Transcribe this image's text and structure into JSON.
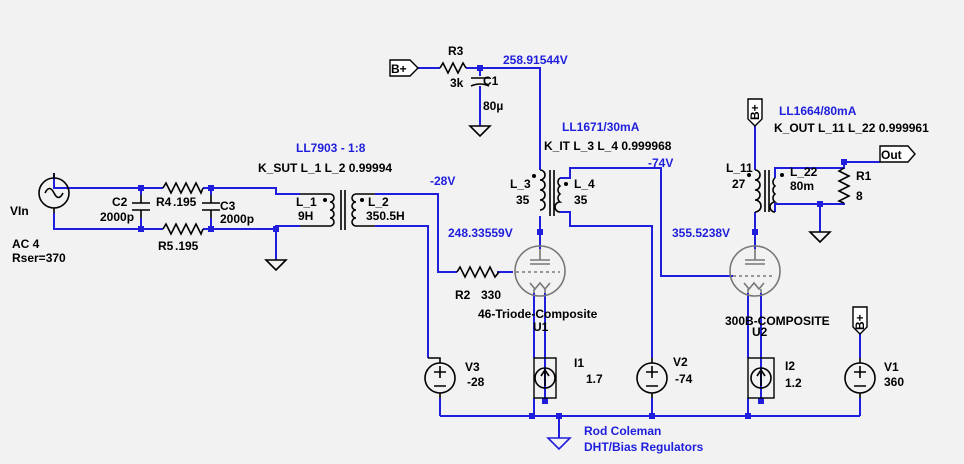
{
  "labels": {
    "vin": "VIn",
    "vin_type": "AC 4",
    "vin_rser": "Rser=370",
    "c2": "C2",
    "c2_val": "2000p",
    "r4": "R4",
    "r4_val": ".195",
    "c3": "C3",
    "c3_val": "2000p",
    "r5": "R5",
    "r5_val": ".195",
    "t1_name": "LL7903 - 1:8",
    "t1_k": "K_SUT L_1 L_2 0.99994",
    "l1": "L_1",
    "l1_val": "9H",
    "l2": "L_2",
    "l2_val": "350.5H",
    "node_m28": "-28V",
    "r2": "R2",
    "r2_val": "330",
    "r3": "R3",
    "r3_val": "3k",
    "c1": "C1",
    "c1_val": "80µ",
    "node_258": "258.91544V",
    "t2_name": "LL1671/30mA",
    "t2_k": "K_IT L_3 L_4  0.999968",
    "l3": "L_3",
    "l3_val": "35",
    "l4": "L_4",
    "l4_val": "35",
    "node_m74": "-74V",
    "node_248": "248.33559V",
    "u1_model": "46-Triode-Composite",
    "u1": "U1",
    "t3_name": "LL1664/80mA",
    "t3_k": "K_OUT L_11 L_22  0.999961",
    "l11": "L_11",
    "l11_val": "27",
    "l22": "L_22",
    "l22_val": "80m",
    "r1": "R1",
    "r1_val": "8",
    "out": "Out",
    "bplus": "B+",
    "node_355": "355.5238V",
    "u2_model": "300B-COMPOSITE",
    "u2": "U2",
    "v3": "V3",
    "v3_val": "-28",
    "i1": "I1",
    "i1_val": "1.7",
    "v2": "V2",
    "v2_val": "-74",
    "i2": "I2",
    "i2_val": "1.2",
    "v1": "V1",
    "v1_val": "360",
    "note1": "Rod Coleman",
    "note2": "DHT/Bias Regulators"
  }
}
